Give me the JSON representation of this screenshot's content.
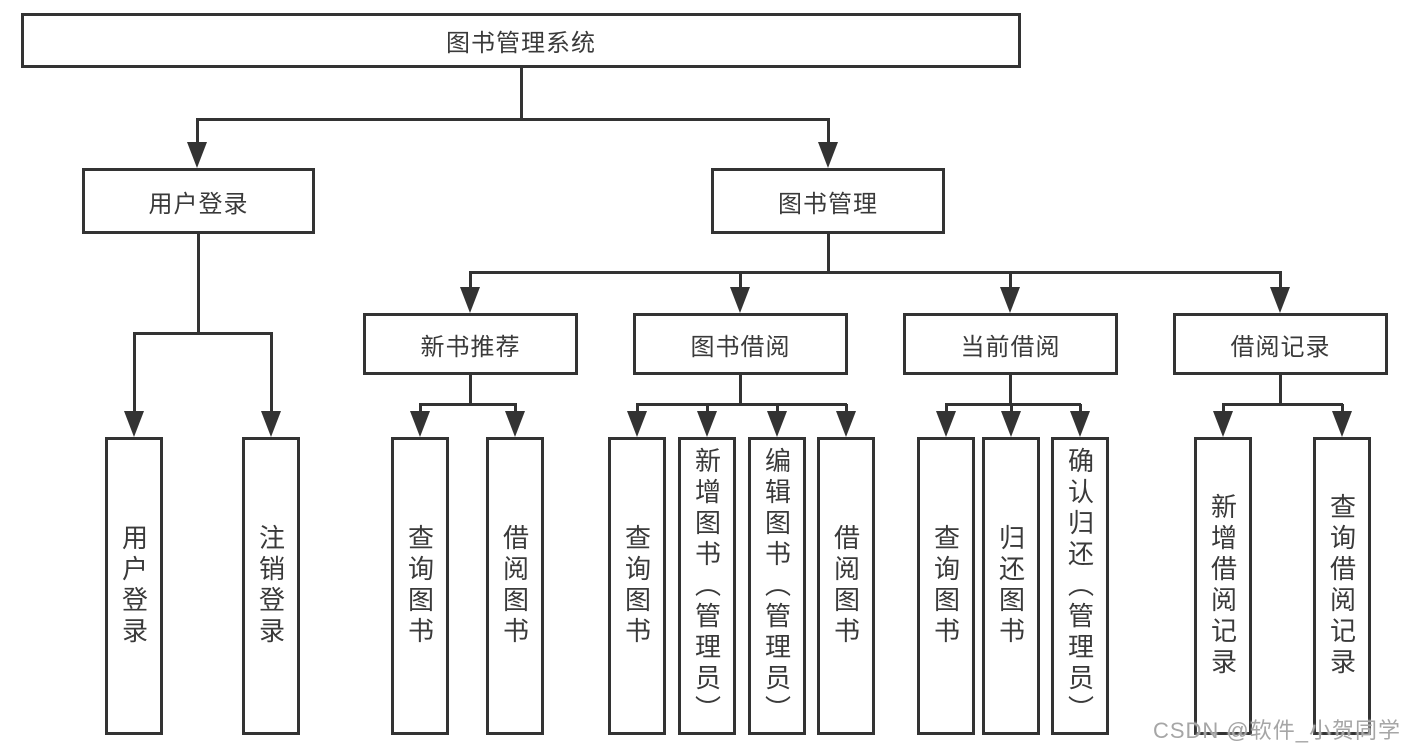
{
  "colors": {
    "line": "#333333",
    "box_border": "#333333",
    "text": "#3a3a3a",
    "watermark": "#a6a6a6",
    "background": "#ffffff"
  },
  "tree": {
    "root": "图书管理系统",
    "branches": [
      {
        "label": "用户登录",
        "children": [
          "用户登录",
          "注销登录"
        ]
      },
      {
        "label": "图书管理",
        "groups": [
          {
            "label": "新书推荐",
            "children": [
              "查询图书",
              "借阅图书"
            ]
          },
          {
            "label": "图书借阅",
            "children": [
              "查询图书",
              "新增图书（管理员）",
              "编辑图书（管理员）",
              "借阅图书"
            ]
          },
          {
            "label": "当前借阅",
            "children": [
              "查询图书",
              "归还图书",
              "确认归还（管理员）"
            ]
          },
          {
            "label": "借阅记录",
            "children": [
              "新增借阅记录",
              "查询借阅记录"
            ]
          }
        ]
      }
    ]
  },
  "watermark": {
    "text": "CSDN @软件_小贺同学"
  }
}
